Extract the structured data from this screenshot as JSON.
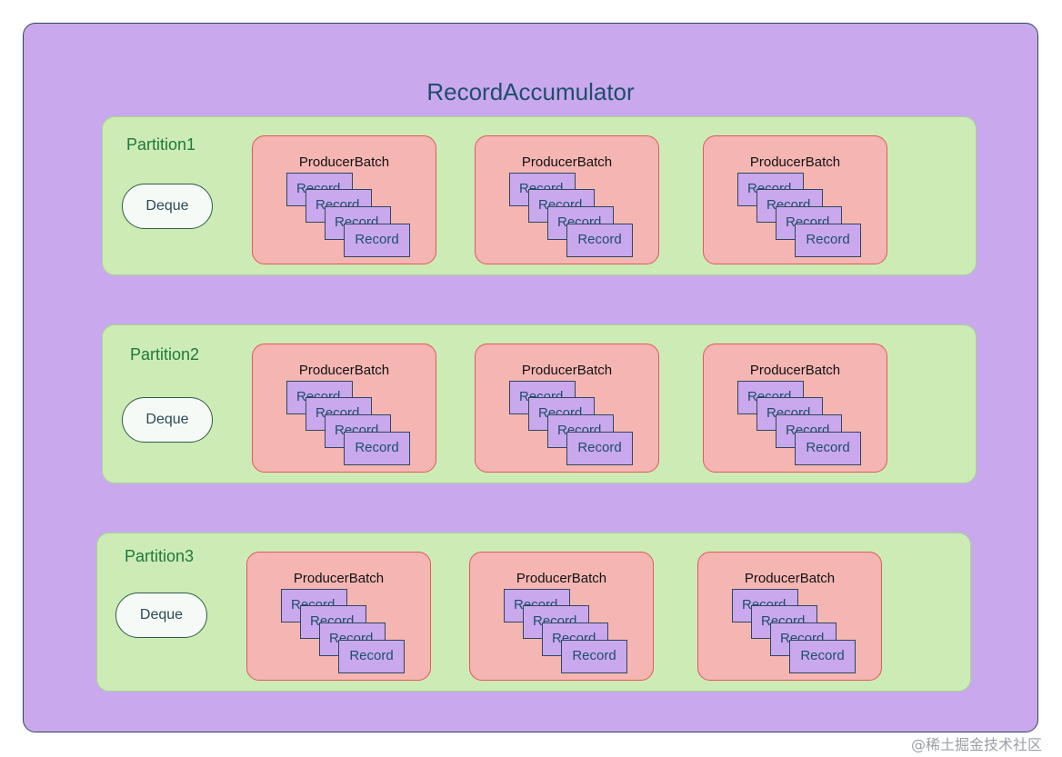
{
  "diagram": {
    "title": "RecordAccumulator",
    "partitions": [
      {
        "label": "Partition1",
        "deque_label": "Deque",
        "batches": [
          {
            "label": "ProducerBatch",
            "records": [
              "Record",
              "Record",
              "Record",
              "Record"
            ]
          },
          {
            "label": "ProducerBatch",
            "records": [
              "Record",
              "Record",
              "Record",
              "Record"
            ]
          },
          {
            "label": "ProducerBatch",
            "records": [
              "Record",
              "Record",
              "Record",
              "Record"
            ]
          }
        ]
      },
      {
        "label": "Partition2",
        "deque_label": "Deque",
        "batches": [
          {
            "label": "ProducerBatch",
            "records": [
              "Record",
              "Record",
              "Record",
              "Record"
            ]
          },
          {
            "label": "ProducerBatch",
            "records": [
              "Record",
              "Record",
              "Record",
              "Record"
            ]
          },
          {
            "label": "ProducerBatch",
            "records": [
              "Record",
              "Record",
              "Record",
              "Record"
            ]
          }
        ]
      },
      {
        "label": "Partition3",
        "deque_label": "Deque",
        "batches": [
          {
            "label": "ProducerBatch",
            "records": [
              "Record",
              "Record",
              "Record",
              "Record"
            ]
          },
          {
            "label": "ProducerBatch",
            "records": [
              "Record",
              "Record",
              "Record",
              "Record"
            ]
          },
          {
            "label": "ProducerBatch",
            "records": [
              "Record",
              "Record",
              "Record",
              "Record"
            ]
          }
        ]
      }
    ]
  },
  "watermark": "@稀土掘金技术社区",
  "colors": {
    "accumulator_fill": "#c9a8ee",
    "partition_fill": "#cdebb5",
    "batch_fill": "#f5b6b3",
    "batch_border": "#e05a5a",
    "record_fill": "#c9a8ee",
    "deque_fill": "#f6faf6",
    "title_text": "#1f4e6b",
    "partition_text": "#1e7a3c"
  }
}
